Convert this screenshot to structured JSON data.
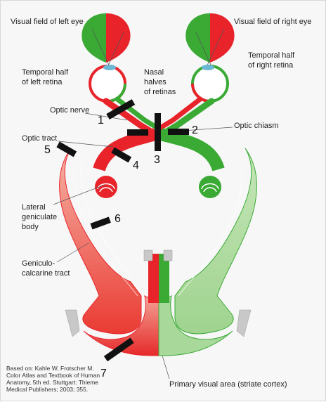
{
  "labels": {
    "vf_left": "Visual field of left eye",
    "vf_right": "Visual field of right eye",
    "temporal_left_1": "Temporal half",
    "temporal_left_2": "of left retina",
    "nasal_1": "Nasal",
    "nasal_2": "halves",
    "nasal_3": "of retinas",
    "temporal_right_1": "Temporal half",
    "temporal_right_2": "of right retina",
    "optic_nerve": "Optic nerve",
    "optic_chiasm": "Optic chiasm",
    "optic_tract": "Optic tract",
    "lgb_1": "Lateral",
    "lgb_2": "geniculate",
    "lgb_3": "body",
    "gct_1": "Geniculo-",
    "gct_2": "calcarine tract",
    "primary_visual": "Primary visual area (striate cortex)"
  },
  "lesion_numbers": [
    "1",
    "2",
    "3",
    "4",
    "5",
    "6",
    "7"
  ],
  "credit": [
    "Based on: Kahle W, Frotscher M.",
    "Color Atlas and Textbook of Human",
    "Anatomy, 5th ed. Stuttgart: Thieme",
    "Medical Publishers; 2003; 355."
  ],
  "colors": {
    "red": "#e8232a",
    "green": "#3aaa35",
    "light_red": "#f4a59a",
    "light_green": "#a9d89b",
    "grey": "#c8c8c8",
    "lesion": "#111111"
  }
}
